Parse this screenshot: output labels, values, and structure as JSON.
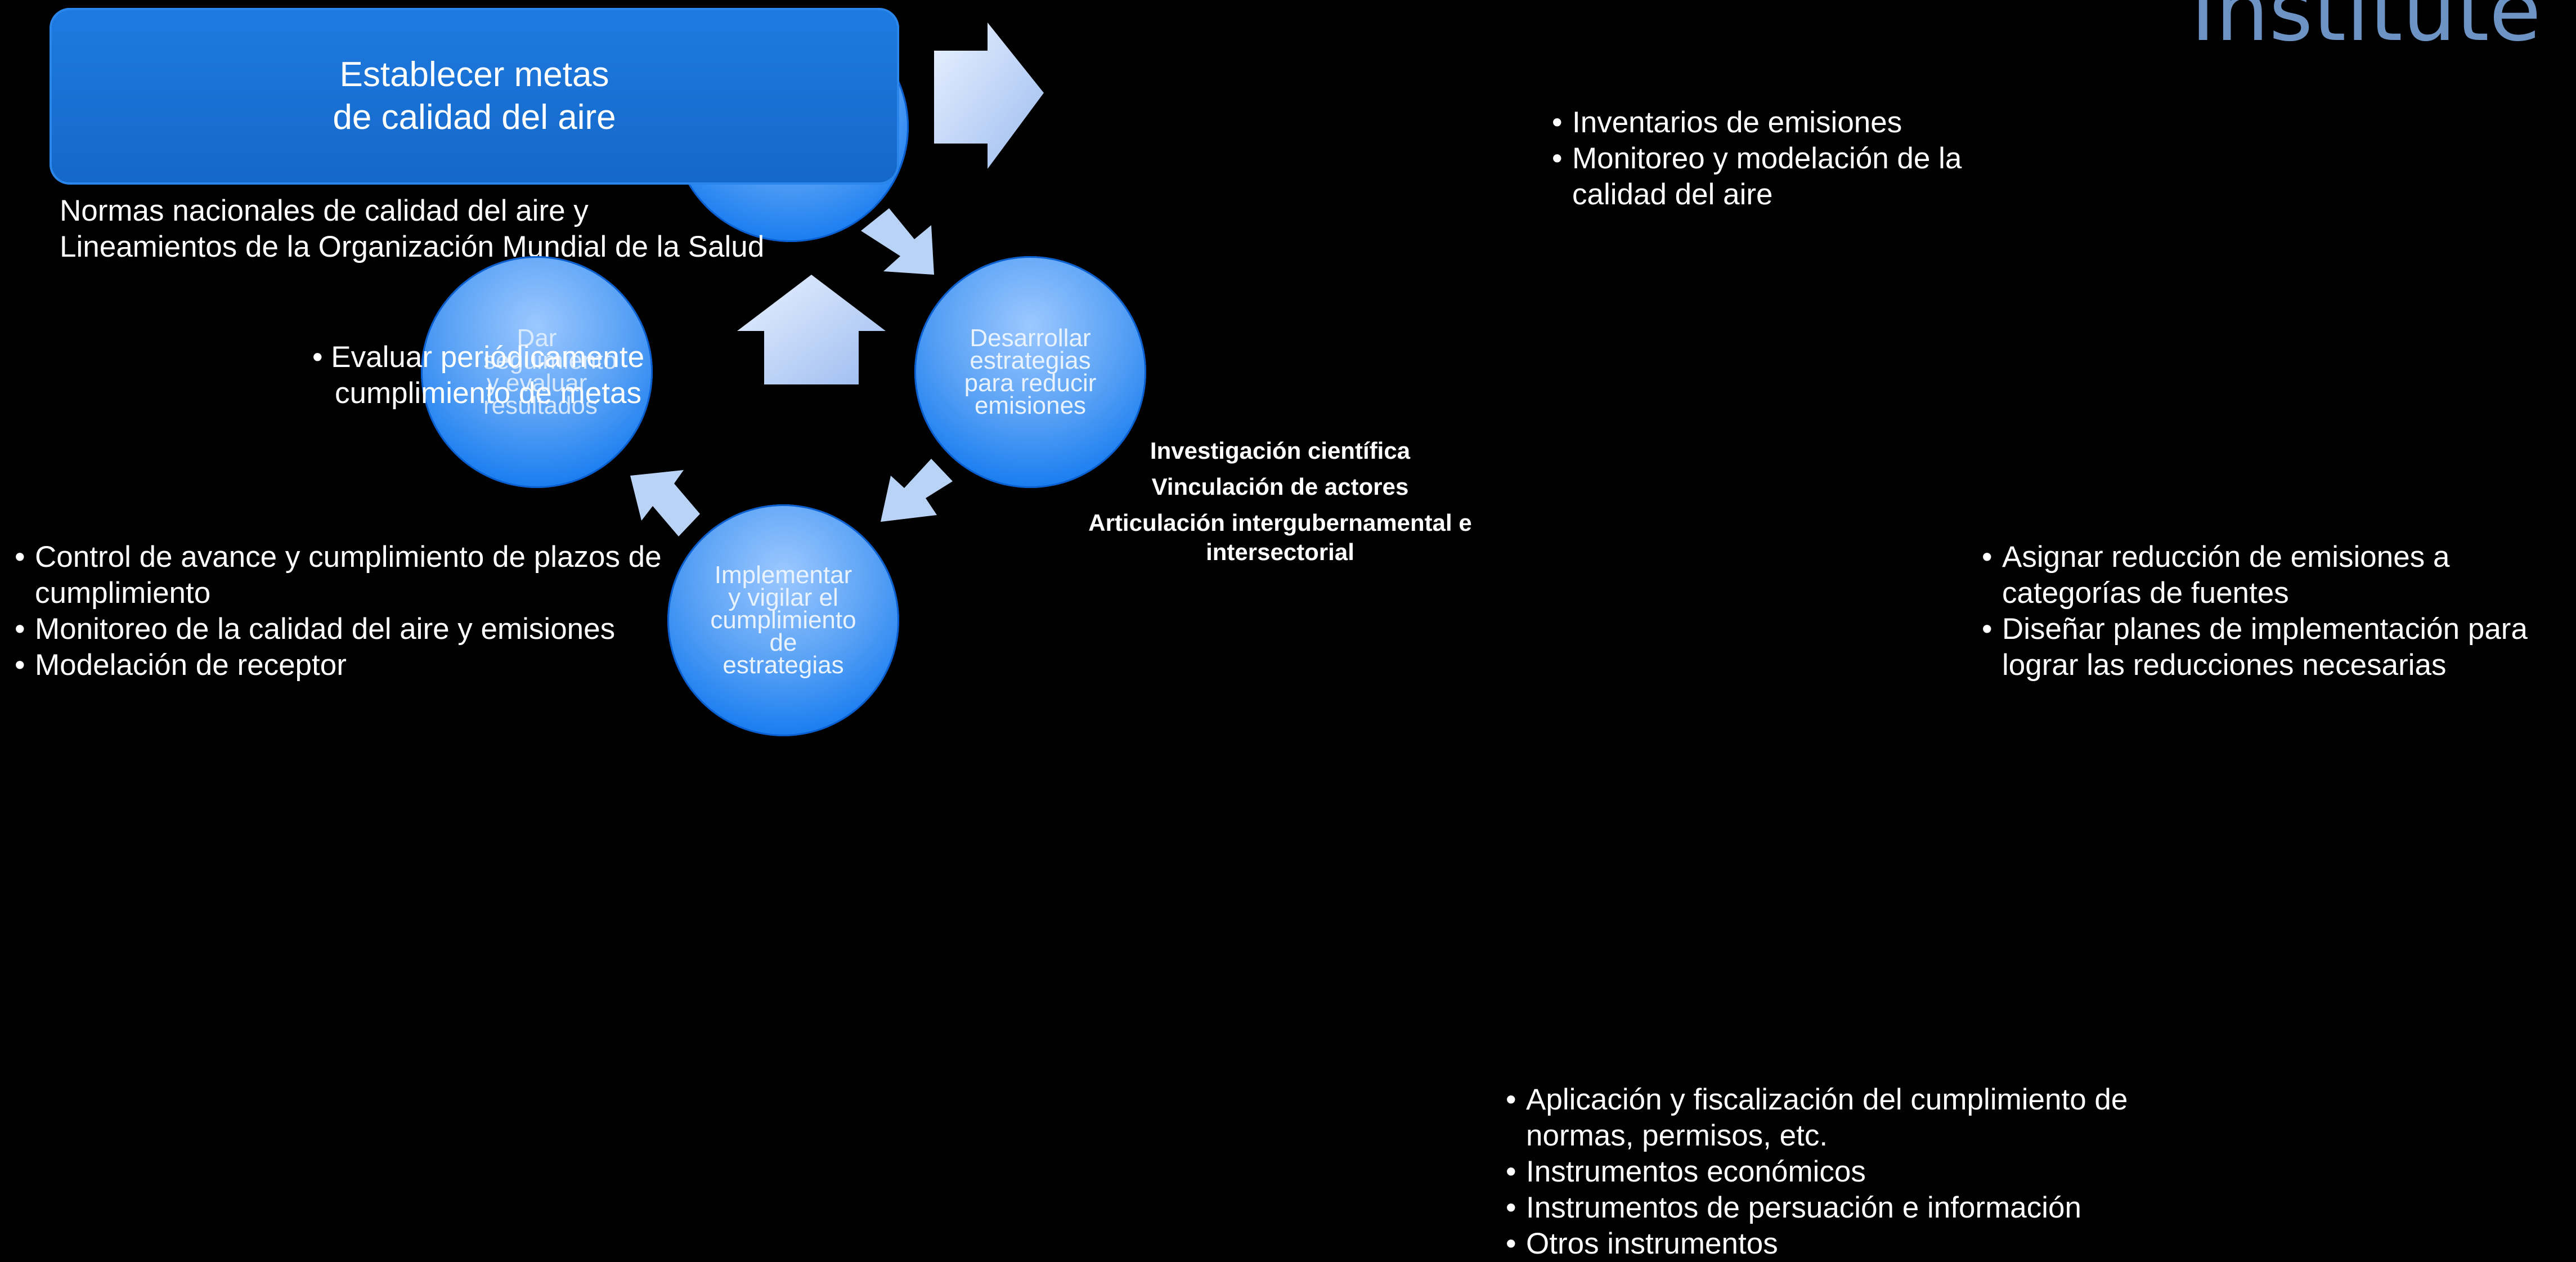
{
  "header": {
    "brand_text": "Institute",
    "brand_color": "#6d93c5"
  },
  "goal_box": {
    "line1": "Establecer metas",
    "line2": "de calidad del aire"
  },
  "norms_text": {
    "line1": "Normas nacionales de calidad del aire y",
    "line2": "Lineamientos de la Organización Mundial de la Salud"
  },
  "circles": {
    "dar": "Dar seguimiento y evaluar resultados",
    "desarrollar": "Desarrollar estrategias para reducir emisiones",
    "implementar": "Implementar y vigilar el cumplimiento de estrategias"
  },
  "evaluate_bullet": {
    "line1": "• Evaluar periódicamente",
    "line2": "cumplimiento de metas"
  },
  "center_labels": {
    "item1": "Investigación científica",
    "item2": "Vinculación de actores",
    "item3_line1": "Articulación intergubernamental e",
    "item3_line2": "intersectorial"
  },
  "top_right_bullets": {
    "b1": "Inventarios de emisiones",
    "b2_line1": "Monitoreo y modelación de la",
    "b2_line2": "calidad del aire"
  },
  "left_bullets": {
    "b1_line1": "Control de avance y cumplimiento de plazos de",
    "b1_line2": "cumplimiento",
    "b2": "Monitoreo de la calidad del aire y emisiones",
    "b3": "Modelación de receptor"
  },
  "right_bullets": {
    "b1_line1": "Asignar reducción de emisiones a",
    "b1_line2": "categorías de fuentes",
    "b2_line1": "Diseñar planes de implementación para",
    "b2_line2": "lograr las reducciones necesarias"
  },
  "bottom_bullets": {
    "b1_line1": "Aplicación y fiscalización del cumplimiento de",
    "b1_line2": "normas, permisos, etc.",
    "b2": "Instrumentos económicos",
    "b3": "Instrumentos de persuación e información",
    "b4": "Otros instrumentos"
  },
  "colors": {
    "box_fill": "#1a72d6",
    "circle_fill": "#1b7ef0",
    "arrow_fill": "#b9d3f6"
  }
}
